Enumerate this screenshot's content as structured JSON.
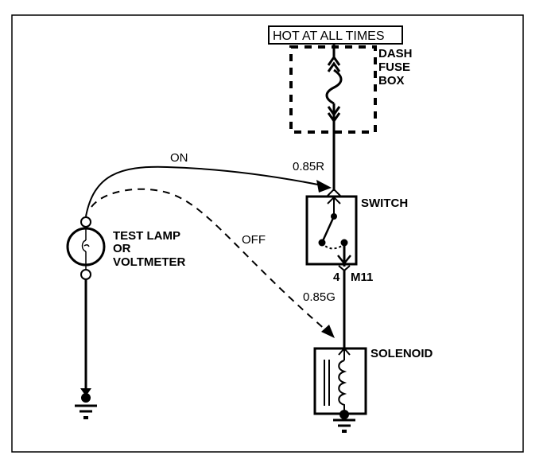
{
  "diagram": {
    "type": "electrical-wiring-schematic",
    "power_label": "HOT AT ALL TIMES",
    "fuse_box": {
      "label_lines": [
        "DASH",
        "FUSE",
        "BOX"
      ]
    },
    "wire_top": {
      "label": "0.85R"
    },
    "switch": {
      "label": "SWITCH"
    },
    "connector": {
      "pin": "4",
      "id": "M11"
    },
    "wire_bottom": {
      "label": "0.85G"
    },
    "solenoid": {
      "label": "SOLENOID"
    },
    "test_lamp": {
      "label_lines": [
        "TEST LAMP",
        "OR",
        "VOLTMETER"
      ]
    },
    "probe_on": {
      "label": "ON"
    },
    "probe_off": {
      "label": "OFF"
    },
    "colors": {
      "ink": "#000000",
      "background": "#ffffff"
    }
  }
}
